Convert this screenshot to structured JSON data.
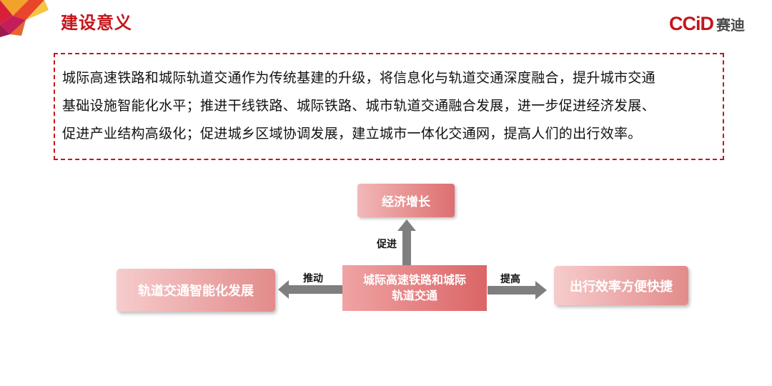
{
  "header": {
    "title": "建设意义",
    "logo_text": "CCiD",
    "logo_cn": "赛迪"
  },
  "intro": {
    "lines": [
      "城际高速铁路和城际轨道交通作为传统基建的升级，将信息化与轨道交通深度融合，提升城市交通",
      "基础设施智能化水平；推进干线铁路、城际铁路、城市轨道交通融合发展，进一步促进经济发展、",
      "促进产业结构高级化；促进城乡区域协调发展，建立城市一体化交通网，提高人们的出行效率。"
    ]
  },
  "diagram": {
    "center": {
      "line1": "城际高速铁路和城际",
      "line2": "轨道交通"
    },
    "top": {
      "label": "经济增长",
      "arrow_label": "促进"
    },
    "left": {
      "label": "轨道交通智能化发展",
      "arrow_label": "推动"
    },
    "right": {
      "label": "出行效率方便快捷",
      "arrow_label": "提高"
    }
  },
  "colors": {
    "accent": "#c3161c",
    "arrow": "#7f7f7f"
  }
}
